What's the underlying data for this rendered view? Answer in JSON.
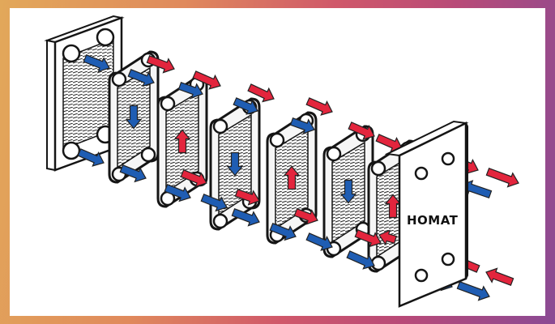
{
  "logo": {
    "text": "HOMAT"
  },
  "colors": {
    "hot": "#e3253d",
    "cold": "#1f5db3",
    "outline": "#151515",
    "plate_fill": "#f6f6f6"
  },
  "plate_pack": {
    "plates": 6,
    "flow_pattern": [
      "cold",
      "hot",
      "cold",
      "hot",
      "cold",
      "hot"
    ]
  }
}
